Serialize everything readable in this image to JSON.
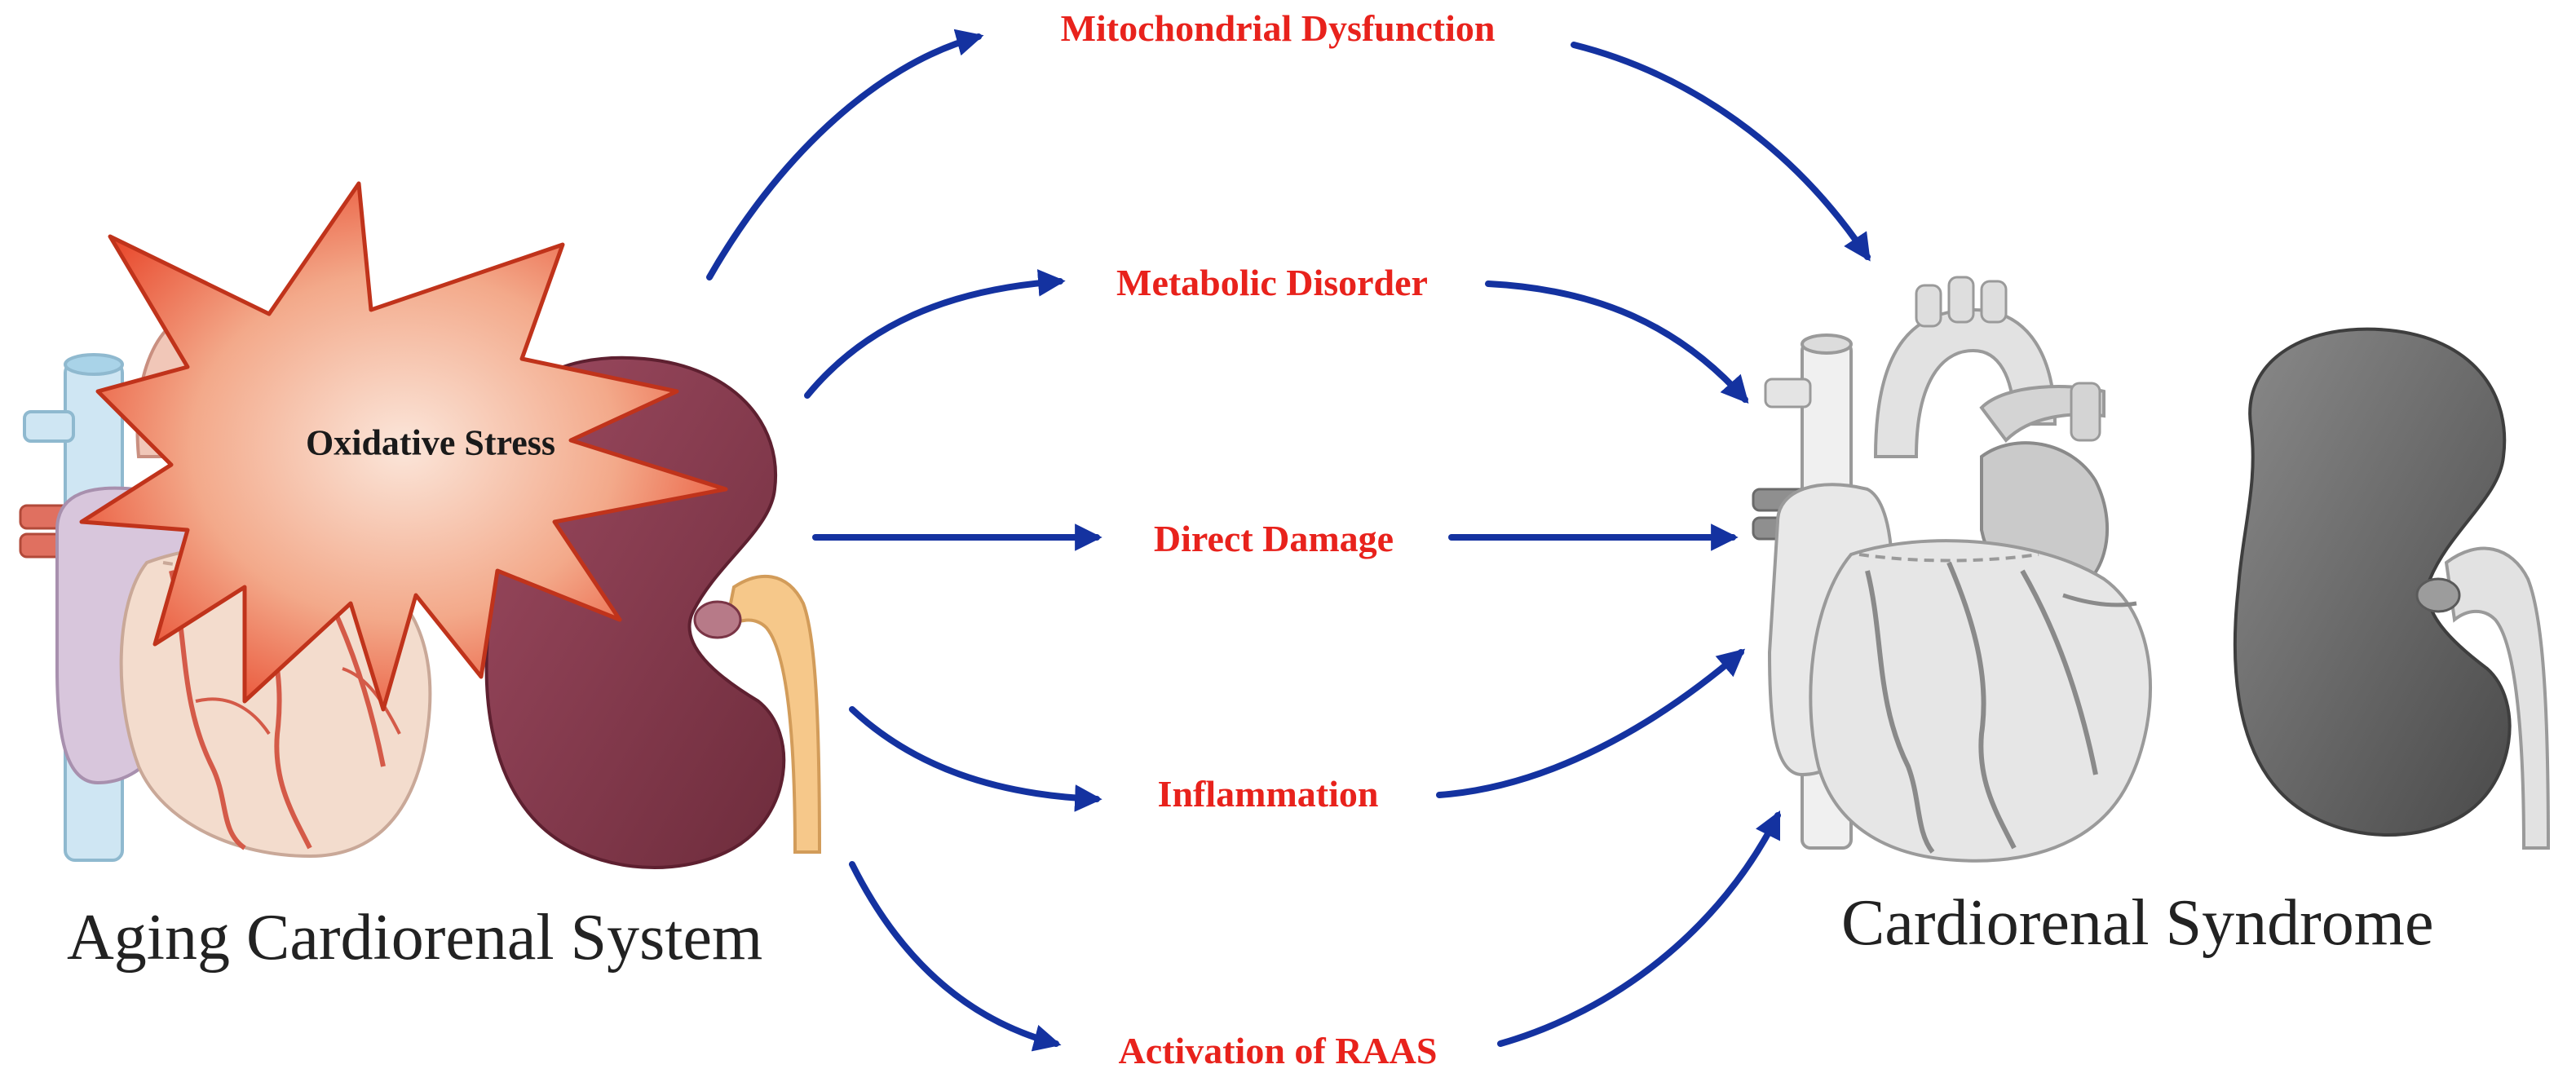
{
  "left_system": {
    "label": "Aging Cardiorenal System"
  },
  "right_system": {
    "label": "Cardiorenal Syndrome"
  },
  "stressor": {
    "label": "Oxidative Stress"
  },
  "mechanisms": [
    {
      "label": "Mitochondrial Dysfunction"
    },
    {
      "label": "Metabolic Disorder"
    },
    {
      "label": "Direct Damage"
    },
    {
      "label": "Inflammation"
    },
    {
      "label": "Activation of RAAS"
    }
  ],
  "colors": {
    "arrow": "#1432a0",
    "mechanism_text": "#e8221c",
    "starburst_outer": "#e8462a",
    "starburst_inner": "#f7d7c4",
    "kidney_aging": "#8a3b4f",
    "kidney_syndrome": "#6f6f6f",
    "heart_aging": "#f3dccd",
    "heart_syndrome": "#d8d8d8"
  },
  "icons": [
    "aging-heart-icon",
    "aging-kidney-icon",
    "starburst-icon",
    "syndrome-heart-icon",
    "syndrome-kidney-icon"
  ]
}
